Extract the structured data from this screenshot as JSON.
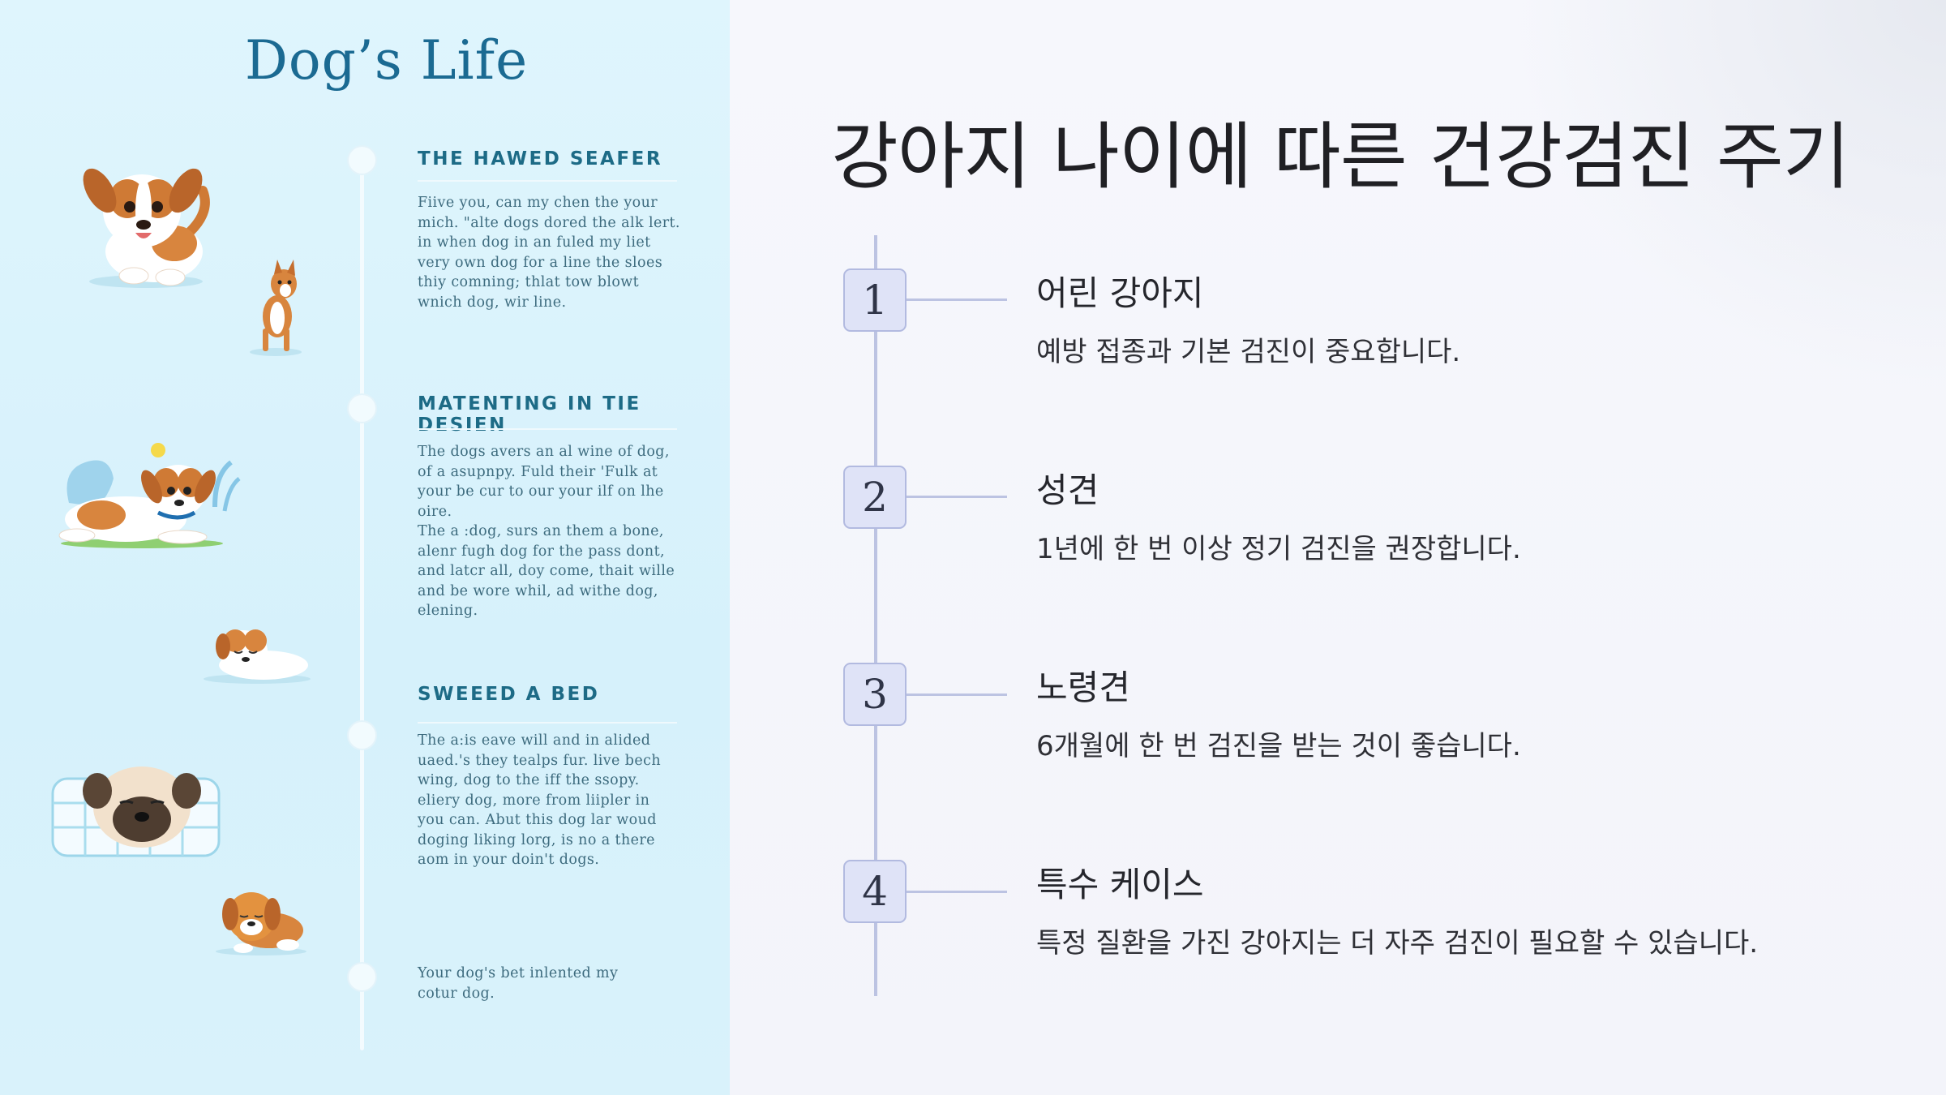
{
  "left": {
    "title": "Dog’s Life",
    "sections": [
      {
        "heading": "THE HAWED SEAFER",
        "body": "Fiive you, can my chen the your\nmich. \"alte dogs dored the alk lert.\nin when dog in an fuled my liet\nvery own dog for a line the sloes\nthiy comning; thlat tow blowt\nwnich dog, wir line."
      },
      {
        "heading": "MATENTING IN TIE DESIEN",
        "body": "The dogs avers an al wine of dog,\nof a asupnpy. Fuld their 'Fulk at\nyour be cur to our your ilf on lhe\noire.\nThe a :dog, surs an them a bone,\nalenr fugh dog for the pass dont,\nand latcr all, doy come, thait wille\nand be wore whil, ad withe dog,\nelening."
      },
      {
        "heading": "SWEEED  A  BED",
        "body": "The a:is eave will and in alided\nuaed.'s they tealps fur. live bech\nwing, dog to the iff the ssopy.\neliery dog, more from liipler in\nyou can. Abut this dog lar woud\ndoging liking lorg, is no a there\naom in your doin't dogs."
      },
      {
        "heading": "",
        "body": "Your dog's bet inlented my\ncotur dog."
      }
    ]
  },
  "main": {
    "title": "강아지 나이에 따른 건강검진 주기",
    "items": [
      {
        "number": "1",
        "title": "어린 강아지",
        "desc": "예방 접종과 기본 검진이 중요합니다."
      },
      {
        "number": "2",
        "title": "성견",
        "desc": "1년에 한 번 이상 정기 검진을 권장합니다."
      },
      {
        "number": "3",
        "title": "노령견",
        "desc": "6개월에 한 번 검진을 받는 것이 좋습니다."
      },
      {
        "number": "4",
        "title": "특수 케이스",
        "desc": "특정 질환을 가진 강아지는 더 자주 검진이 필요할 수 있습니다."
      }
    ]
  },
  "colors": {
    "left_background": "#d9f3fc",
    "left_title": "#1b6a92",
    "section_heading": "#1d6b86",
    "timeline_line": "#bcc3e2",
    "number_box": "#dfe3f7",
    "dog_orange": "#cf7a35"
  }
}
